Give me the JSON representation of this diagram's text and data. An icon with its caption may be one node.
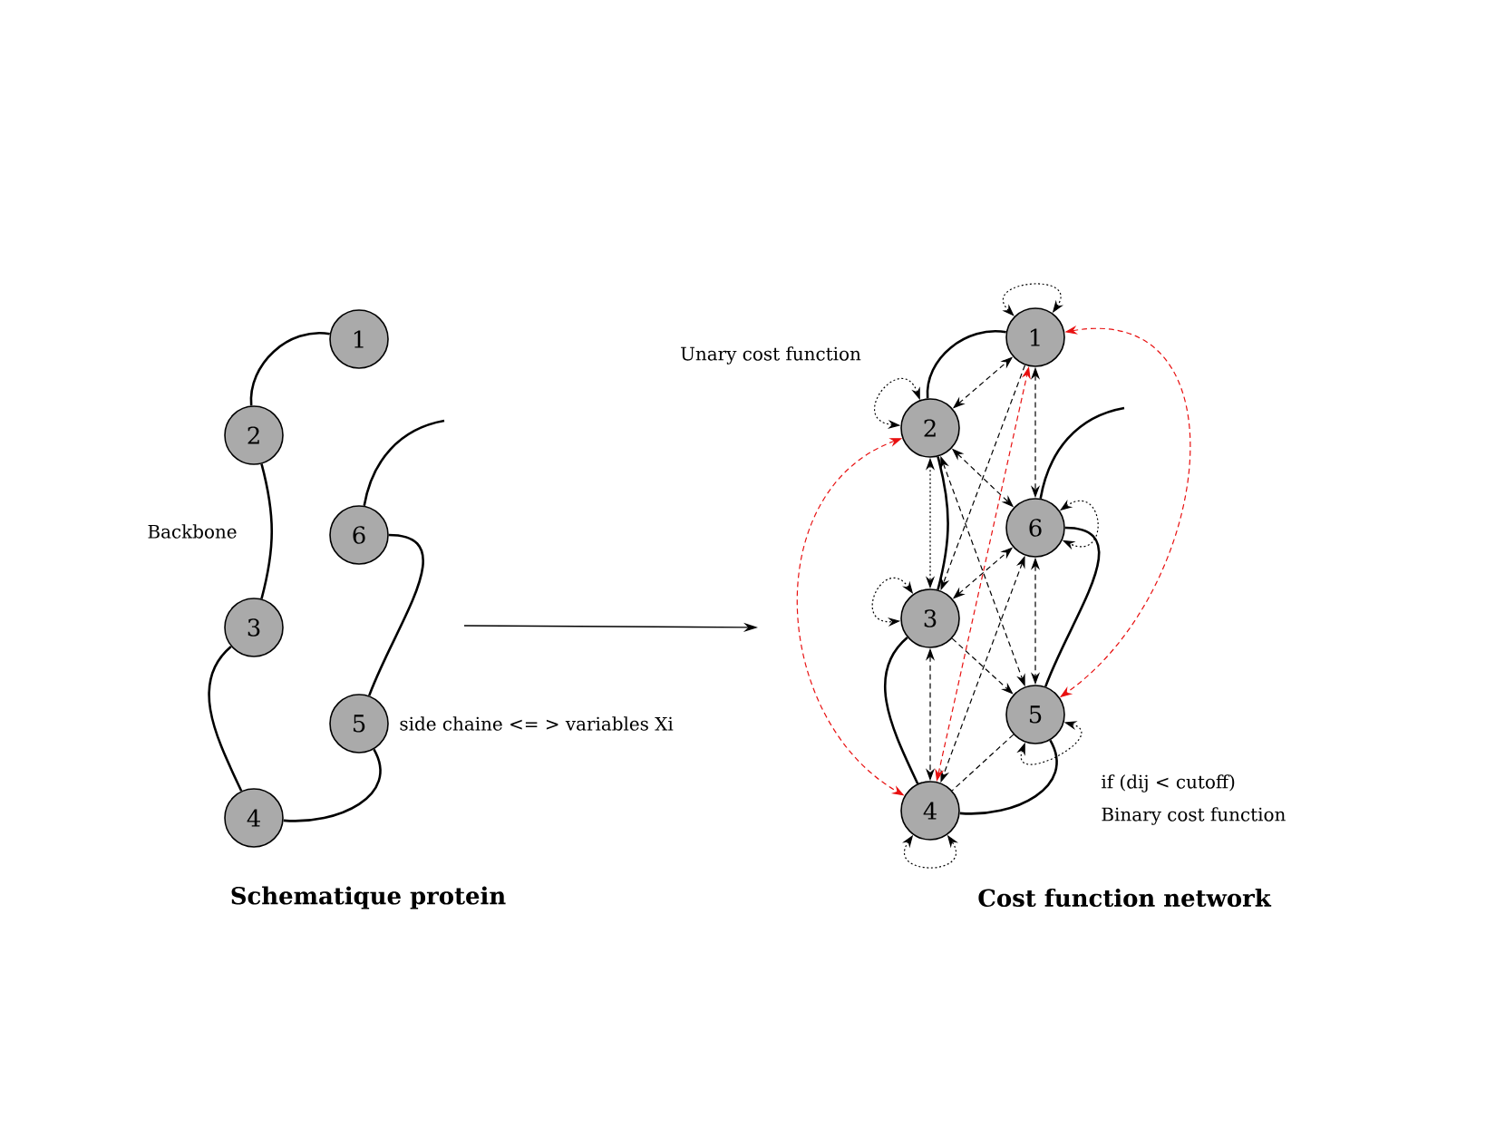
{
  "diagram": {
    "nodes": [
      {
        "text": [
          "1"
        ]
      },
      {
        "text": [
          "2"
        ]
      },
      {
        "text": [
          "3"
        ]
      },
      {
        "text": [
          "4"
        ]
      },
      {
        "text": [
          "5"
        ],
        "beside": [
          "side chaine <= > variables  Xi"
        ]
      },
      {
        "text": [
          "6"
        ]
      },
      {
        "text": [
          "1"
        ]
      },
      {
        "text": [
          "2"
        ]
      },
      {
        "text": [
          "3"
        ]
      },
      {
        "text": [
          "4"
        ]
      },
      {
        "text": [
          "5"
        ]
      },
      {
        "text": [
          "6"
        ]
      }
    ],
    "edges": [
      {
        "from": 0,
        "to": 1,
        "arrow": "none"
      },
      {
        "from": 1,
        "to": 2,
        "arrow": "none"
      },
      {
        "from": 2,
        "to": 3,
        "arrow": "none"
      },
      {
        "from": 3,
        "to": 4,
        "arrow": "none"
      },
      {
        "from": 4,
        "to": 5,
        "arrow": "none"
      },
      {
        "from": 5,
        "to": null,
        "arrow": "none"
      },
      {
        "from": 6,
        "to": 7,
        "arrow": "none"
      },
      {
        "from": 7,
        "to": 8,
        "arrow": "none"
      },
      {
        "from": 8,
        "to": 9,
        "arrow": "none"
      },
      {
        "from": 9,
        "to": 10,
        "arrow": "none"
      },
      {
        "from": 10,
        "to": 11,
        "arrow": "none"
      },
      {
        "from": 11,
        "to": null,
        "arrow": "none"
      },
      {
        "from": 6,
        "to": 6,
        "arrow": "both",
        "style": "dashed"
      },
      {
        "from": 7,
        "to": 7,
        "arrow": "both",
        "style": "dashed"
      },
      {
        "from": 8,
        "to": 8,
        "arrow": "both",
        "style": "dashed"
      },
      {
        "from": 9,
        "to": 9,
        "arrow": "both",
        "style": "dashed"
      },
      {
        "from": 10,
        "to": 10,
        "arrow": "both",
        "style": "dashed"
      },
      {
        "from": 11,
        "to": 11,
        "arrow": "both",
        "style": "dashed"
      },
      {
        "from": 7,
        "to": 6,
        "arrow": "both",
        "style": "dashed"
      },
      {
        "from": 6,
        "to": 11,
        "arrow": "both",
        "style": "dashed"
      },
      {
        "from": 6,
        "to": 8,
        "arrow": "to",
        "style": "dashed"
      },
      {
        "from": 7,
        "to": 11,
        "arrow": "both",
        "style": "dashed"
      },
      {
        "from": 7,
        "to": 8,
        "arrow": "both",
        "style": "dashed"
      },
      {
        "from": 7,
        "to": 10,
        "arrow": "both",
        "style": "dashed"
      },
      {
        "from": 8,
        "to": 11,
        "arrow": "both",
        "style": "dashed"
      },
      {
        "from": 8,
        "to": 10,
        "arrow": "to",
        "style": "dashed"
      },
      {
        "from": 8,
        "to": 9,
        "arrow": "both",
        "style": "dashed"
      },
      {
        "from": 11,
        "to": 10,
        "arrow": "both",
        "style": "dashed"
      },
      {
        "from": 11,
        "to": 9,
        "arrow": "both",
        "style": "dashed"
      },
      {
        "from": 10,
        "to": 9,
        "arrow": "none",
        "style": "dashed"
      },
      {
        "from": 9,
        "to": 6,
        "arrow": "both",
        "style": "dashed",
        "color": "#e81010"
      },
      {
        "from": 7,
        "to": 9,
        "arrow": "both",
        "style": "dashed",
        "color": "#e81010"
      },
      {
        "from": 6,
        "to": 10,
        "arrow": "both",
        "style": "dashed",
        "color": "#e81010"
      }
    ],
    "labels": [
      "Backbone",
      "Unary cost function",
      "if (dij < cutoff)",
      "Binary cost function",
      "Schematique protein",
      "Cost function network"
    ]
  }
}
